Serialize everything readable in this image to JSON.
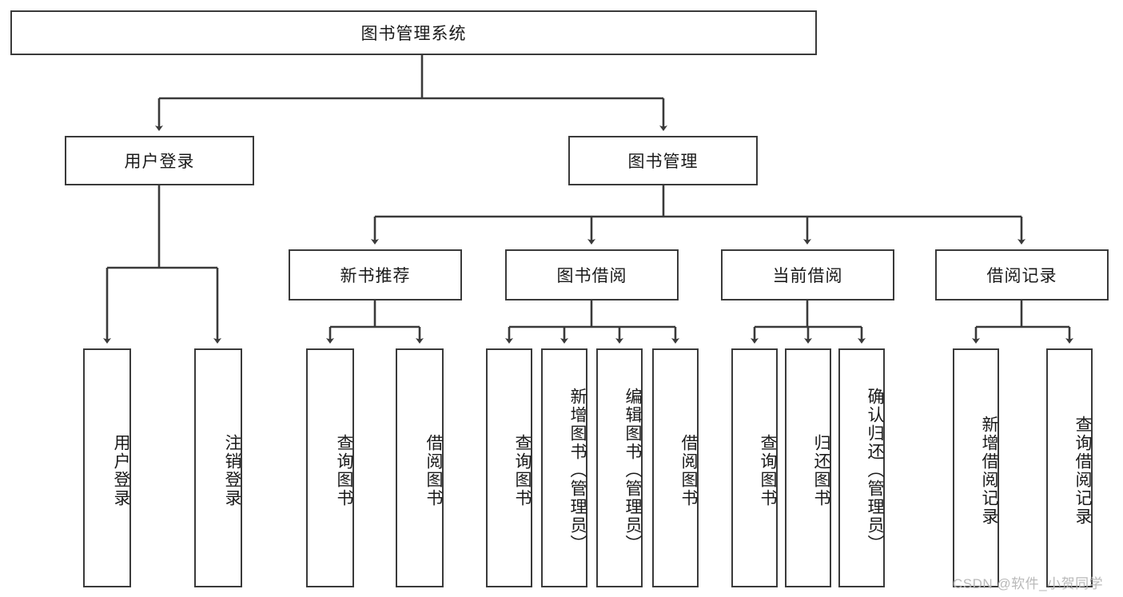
{
  "diagram": {
    "title": "图书管理系统",
    "type": "tree",
    "root": {
      "label": "图书管理系统"
    },
    "level2": [
      {
        "label": "用户登录"
      },
      {
        "label": "图书管理"
      }
    ],
    "level3": [
      {
        "label": "新书推荐"
      },
      {
        "label": "图书借阅"
      },
      {
        "label": "当前借阅"
      },
      {
        "label": "借阅记录"
      }
    ],
    "leaves": {
      "user_login": [
        {
          "label": "用户登录"
        },
        {
          "label": "注销登录"
        }
      ],
      "new_book_recommend": [
        {
          "label": "查询图书"
        },
        {
          "label": "借阅图书"
        }
      ],
      "book_borrow": [
        {
          "label": "查询图书"
        },
        {
          "label": "新增图书（管理员）"
        },
        {
          "label": "编辑图书（管理员）"
        },
        {
          "label": "借阅图书"
        }
      ],
      "current_borrow": [
        {
          "label": "查询图书"
        },
        {
          "label": "归还图书"
        },
        {
          "label": "确认归还（管理员）"
        }
      ],
      "borrow_record": [
        {
          "label": "新增借阅记录"
        },
        {
          "label": "查询借阅记录"
        }
      ]
    }
  },
  "watermark": {
    "text": "CSDN @软件_小贺同学"
  },
  "colors": {
    "stroke": "#3a3a3a",
    "fill": "#ffffff",
    "text": "#1a1a1a",
    "watermark": "#b9b9b9"
  }
}
